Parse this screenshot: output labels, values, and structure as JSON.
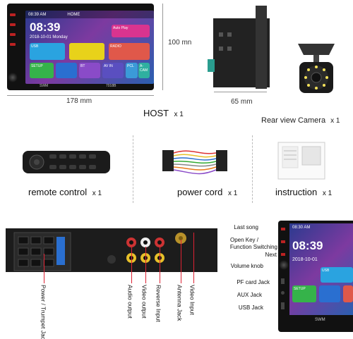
{
  "host": {
    "status_time": "08:39 AM",
    "home_label": "HOME",
    "clock": "08:39",
    "date": "2018-10-01  Monday",
    "tiles": [
      "Auto Play",
      "USB",
      "",
      "RADIO",
      "SETUP",
      "",
      "BT",
      "AV IN",
      "PCL",
      "A-CAM"
    ],
    "brand": "SWM",
    "model": "7018B",
    "width_label": "178  mm",
    "height_label": "100  mn",
    "depth_label": "65  mm",
    "caption_host": "HOST",
    "caption_host_qty": "x  1",
    "caption_camera": "Rear view Camera",
    "caption_camera_qty": "x  1"
  },
  "accessories": {
    "remote": "remote control",
    "remote_qty": "x  1",
    "cord": "power cord",
    "cord_qty": "x  1",
    "instruction": "instruction",
    "instruction_qty": "x  1"
  },
  "rear_labels": [
    "Power / Trumpet Jack",
    "Audio output",
    "Video output",
    "Reverse Input",
    "Antenna Jack",
    "Video Input"
  ],
  "front": {
    "labels": [
      "Last song",
      "Open Key /",
      "Function Switching",
      "Next",
      "Volume knob",
      "PF card Jack",
      "AUX Jack",
      "USB Jack"
    ],
    "status_time": "08:30 AM",
    "clock": "08:39",
    "date": "2018-10-01",
    "tiles": [
      "USB",
      "SETUP"
    ],
    "brand": "SWM"
  },
  "colors": {
    "accent": "#cc2233",
    "screen_from": "#2b3a8f",
    "screen_to": "#7d3aa0"
  }
}
